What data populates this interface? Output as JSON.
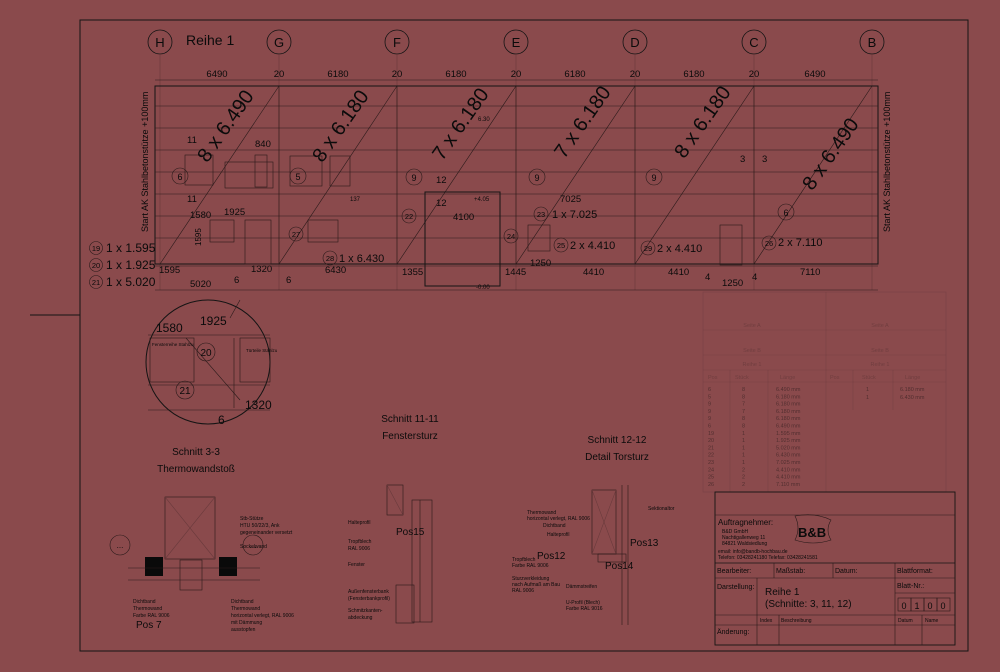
{
  "row": {
    "title": "Reihe 1"
  },
  "axes": [
    "H",
    "G",
    "F",
    "E",
    "D",
    "C",
    "B"
  ],
  "top_dims": {
    "bays": [
      "6490",
      "6180",
      "6180",
      "6180",
      "6180",
      "6490"
    ],
    "gaps": [
      "20",
      "20",
      "20",
      "20",
      "20"
    ]
  },
  "side_notes": {
    "left": "Start AK Stahlbetonstütze +100mm",
    "right": "Start AK Stahlbetonstütze +100mm"
  },
  "panels": [
    {
      "qty_label": "6",
      "spec": "8 x 6.490"
    },
    {
      "qty_label": "5",
      "spec": "8 x 6.180"
    },
    {
      "qty_label": "9",
      "spec": "7 x 6.180"
    },
    {
      "qty_label": "9",
      "spec": "7 x 6.180"
    },
    {
      "qty_label": "9",
      "spec": "8 x 6.180"
    },
    {
      "qty_label": "6",
      "spec": "8 x 6.490"
    }
  ],
  "bubbles_left": [
    {
      "num": "19",
      "text": "1 x 1.595"
    },
    {
      "num": "20",
      "text": "1 x 1.925"
    },
    {
      "num": "21",
      "text": "1 x 5.020"
    }
  ],
  "plan_labels": {
    "p11": "11",
    "p840": "840",
    "p11b": "11",
    "p1580": "1580",
    "p1925": "1925",
    "p12a": "12",
    "p12b": "12",
    "p4100": "4100",
    "p3a": "3",
    "p3b": "3",
    "p7025": "7025",
    "p1x7025": "1 x 7.025",
    "p1x6430": "1 x 6.430",
    "p2x4410a": "2 x 4.410",
    "p2x4410b": "2 x 4.410",
    "p2x7110": "2 x 7.110",
    "p1595": "1595",
    "p1320": "1320",
    "p6430": "6430",
    "p1355": "1355",
    "p1445": "1445",
    "p4410a": "4410",
    "p4410b": "4410",
    "p7110": "7110",
    "p1250a": "1250",
    "p1250b": "1250",
    "p5020": "5020",
    "p6a": "6",
    "p6b": "6",
    "p4a": "4",
    "p4b": "4",
    "p630": "6.30",
    "p405": "+4.05",
    "p000": "-0.00",
    "p137": "137"
  },
  "bubble_nums": [
    "6",
    "5",
    "9",
    "9",
    "9",
    "6",
    "22",
    "23",
    "24",
    "25",
    "26",
    "27",
    "28",
    "29"
  ],
  "detail_circle": {
    "dims": [
      "1580",
      "1925",
      "1320",
      "6"
    ],
    "bubbles": [
      "20",
      "21"
    ],
    "note_a": "Fensterreihe Stahlzu",
    "note_b": "Türteile Stahlzu"
  },
  "sections": [
    {
      "title": "Schnitt 3-3",
      "subtitle": "Thermowandstoß"
    },
    {
      "title": "Schnitt 11-11",
      "subtitle": "Fenstersturz"
    },
    {
      "title": "Schnitt 12-12",
      "subtitle": "Detail Torsturz"
    }
  ],
  "pos_labels": [
    "Pos 7",
    "Pos15",
    "Pos12",
    "Pos13",
    "Pos14"
  ],
  "section_notes": {
    "s3": [
      "Stb-Stütze",
      "HTU 50/22/3, Ank",
      "gegeneinander versetzt",
      "Sockelwand",
      "Dichtband",
      "Thermowand",
      "Farbe RAL 9006",
      "Dichtband",
      "Thermowand",
      "horizontal verlegt, RAL 9006",
      "mit Dämmung",
      "ausstopfen"
    ],
    "s11": [
      "Halteprofil",
      "Tropfblech",
      "RAL 9006",
      "Fenster",
      "Außenfensterbank",
      "(Fensterbankprofil)",
      "Schmitzkanten-",
      "abdeckung"
    ],
    "s12": [
      "Thermowand",
      "horizontal verlegt, RAL 9006",
      "Dichtband",
      "Halteprofil",
      "Tropfblech",
      "Farbe RAL 9006",
      "Sturzverkleidung",
      "nach Aufmaß am Bau",
      "RAL 9006",
      "Dämmstreifen",
      "U-Profil (Blech)",
      "Farbe RAL 9016",
      "Sektionaltor"
    ]
  },
  "table": {
    "col_headers": [
      "Pos",
      "Stück",
      "Länge"
    ],
    "sub_header_a": "Seite A",
    "sub_header_b": "Seite B",
    "reihe": "Reihe 1",
    "rows": [
      [
        "6",
        "8",
        "6.490 mm"
      ],
      [
        "5",
        "8",
        "6.180 mm"
      ],
      [
        "9",
        "7",
        "6.180 mm"
      ],
      [
        "9",
        "7",
        "6.180 mm"
      ],
      [
        "9",
        "8",
        "6.180 mm"
      ],
      [
        "6",
        "8",
        "6.490 mm"
      ],
      [
        "19",
        "1",
        "1.595 mm"
      ],
      [
        "20",
        "1",
        "1.925 mm"
      ],
      [
        "21",
        "1",
        "5.020 mm"
      ],
      [
        "22",
        "1",
        "6.430 mm"
      ],
      [
        "23",
        "1",
        "7.025 mm"
      ],
      [
        "24",
        "2",
        "4.410 mm"
      ],
      [
        "25",
        "2",
        "4.410 mm"
      ],
      [
        "26",
        "2",
        "7.110 mm"
      ]
    ],
    "right_rows": [
      [
        "1",
        "6.180 mm"
      ],
      [
        "1",
        "6.430 mm"
      ]
    ]
  },
  "title_block": {
    "client_label": "Auftragnehmer:",
    "client_lines": [
      "B&D GmbH",
      "Nachtigallenweg 11",
      "84821 Waldsiedlung",
      "email: info@bandb-hochbau.de",
      "Telefon: 03428241180  Telefax: 03428241581"
    ],
    "logo": "B&B",
    "bearbeiter_label": "Bearbeiter:",
    "massstab_label": "Maßstab:",
    "datum_label": "Datum:",
    "blattformat_label": "Blattformat:",
    "darstellung_label": "Darstellung:",
    "darstellung_value_1": "Reihe 1",
    "darstellung_value_2": "(Schnitte: 3, 11, 12)",
    "blatt_label": "Blatt-Nr.:",
    "blatt_digits": [
      "0",
      "1",
      "0",
      "0"
    ],
    "anderung_label": "Änderung:",
    "index_label": "Index",
    "beschreibung_label": "Beschreibung",
    "datum_col": "Datum",
    "name_col": "Name"
  }
}
